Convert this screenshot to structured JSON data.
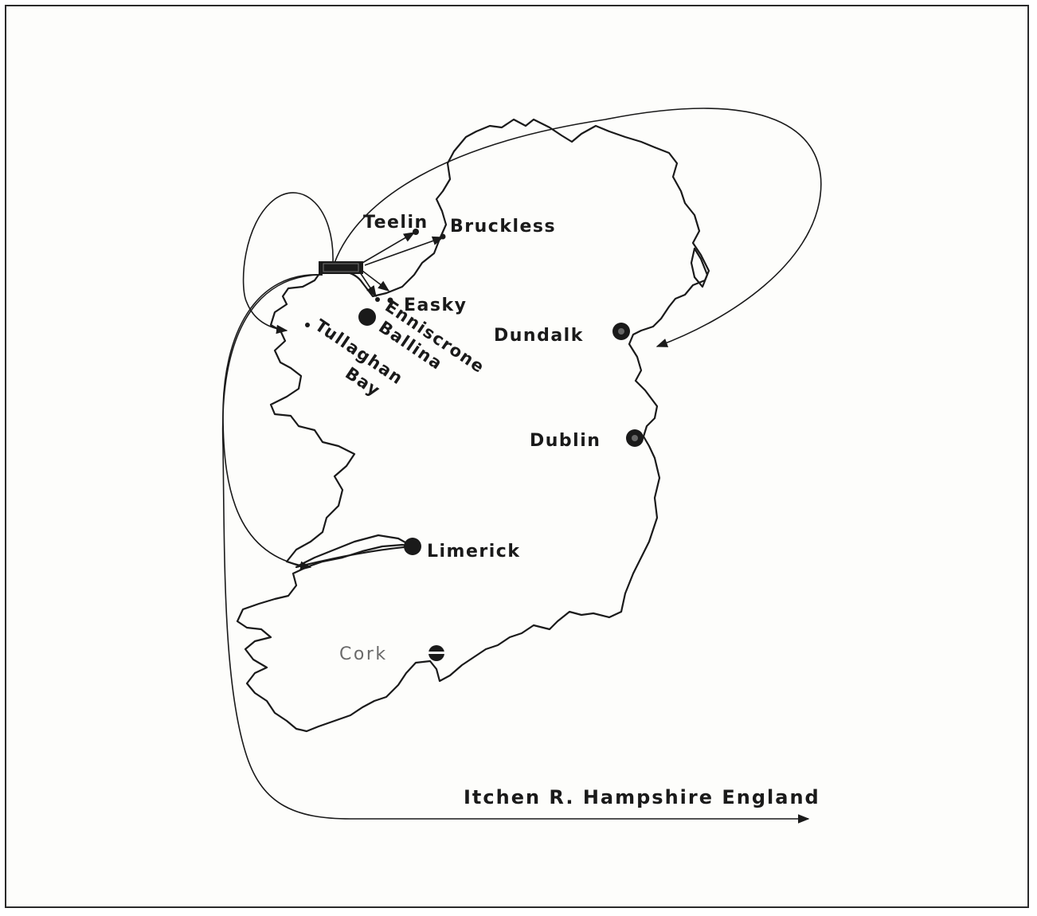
{
  "map": {
    "places": {
      "teelin": "Teelin",
      "bruckless": "Bruckless",
      "easky": "Easky",
      "enniscrone": "Enniscrone",
      "ballina": "Ballina",
      "tullaghan": "Tullaghan",
      "bay": "Bay",
      "dundalk": "Dundalk",
      "dublin": "Dublin",
      "limerick": "Limerick",
      "cork": "Cork"
    },
    "destination": "Itchen R. Hampshire England"
  }
}
